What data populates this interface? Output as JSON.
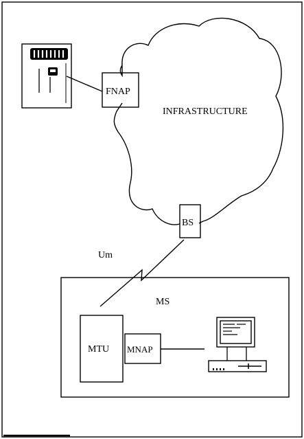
{
  "diagram": {
    "nodes": {
      "fnap": "FNAP",
      "infrastructure": "INFRASTRUCTURE",
      "bs": "BS",
      "air_interface": "Um",
      "ms": "MS",
      "mtu": "MTU",
      "mnap": "MNAP"
    },
    "icons": {
      "fixed_terminal": "desk-phone-icon",
      "mobile_terminal": "computer-terminal-icon"
    },
    "edges": [
      {
        "from": "fixed_terminal",
        "to": "fnap"
      },
      {
        "from": "bs",
        "to": "mtu",
        "style": "radio-link"
      },
      {
        "from": "mnap",
        "to": "mobile_terminal"
      }
    ]
  }
}
